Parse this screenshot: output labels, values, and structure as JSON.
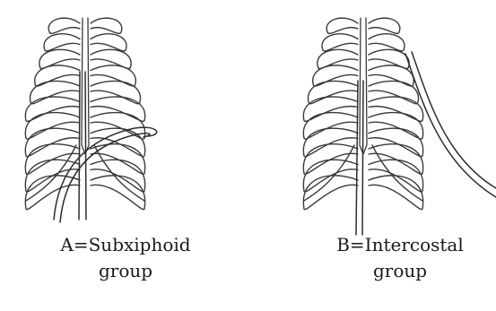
{
  "panels": [
    {
      "id": "A",
      "caption_line1": "A=Subxiphoid",
      "caption_line2": "group"
    },
    {
      "id": "B",
      "caption_line1": "B=Intercostal",
      "caption_line2": "group"
    }
  ],
  "colors": {
    "line": "#3a3a3a",
    "background": "#ffffff",
    "text": "#1a1a1a"
  }
}
